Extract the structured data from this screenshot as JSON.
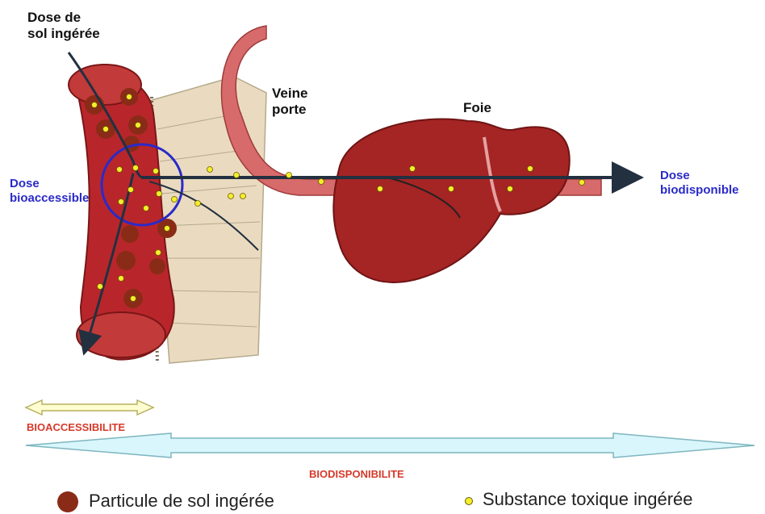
{
  "labels": {
    "dose_sol": "Dose de\nsol ingérée",
    "veine_porte": "Veine\nporte",
    "foie": "Foie",
    "dose_bioaccessible": "Dose\nbioaccessible",
    "dose_biodisponible": "Dose\nbiodisponible",
    "bioaccessibilite": "BIOACCESSIBILITE",
    "biodisponibilite": "BIODISPONIBILITE"
  },
  "legend": {
    "particle": "Particule de sol ingérée",
    "substance": "Substance toxique ingérée"
  },
  "colors": {
    "intestine": "#b8262b",
    "liver": "#a52424",
    "vein": "#d76a6a",
    "villi": "#eadbc0",
    "particle": "#8a2b18",
    "substance": "#f3ee2a",
    "circle": "#2a2ac8",
    "arrow_yellow": "#fdfdd0",
    "arrow_blue": "#d8f6fb"
  }
}
